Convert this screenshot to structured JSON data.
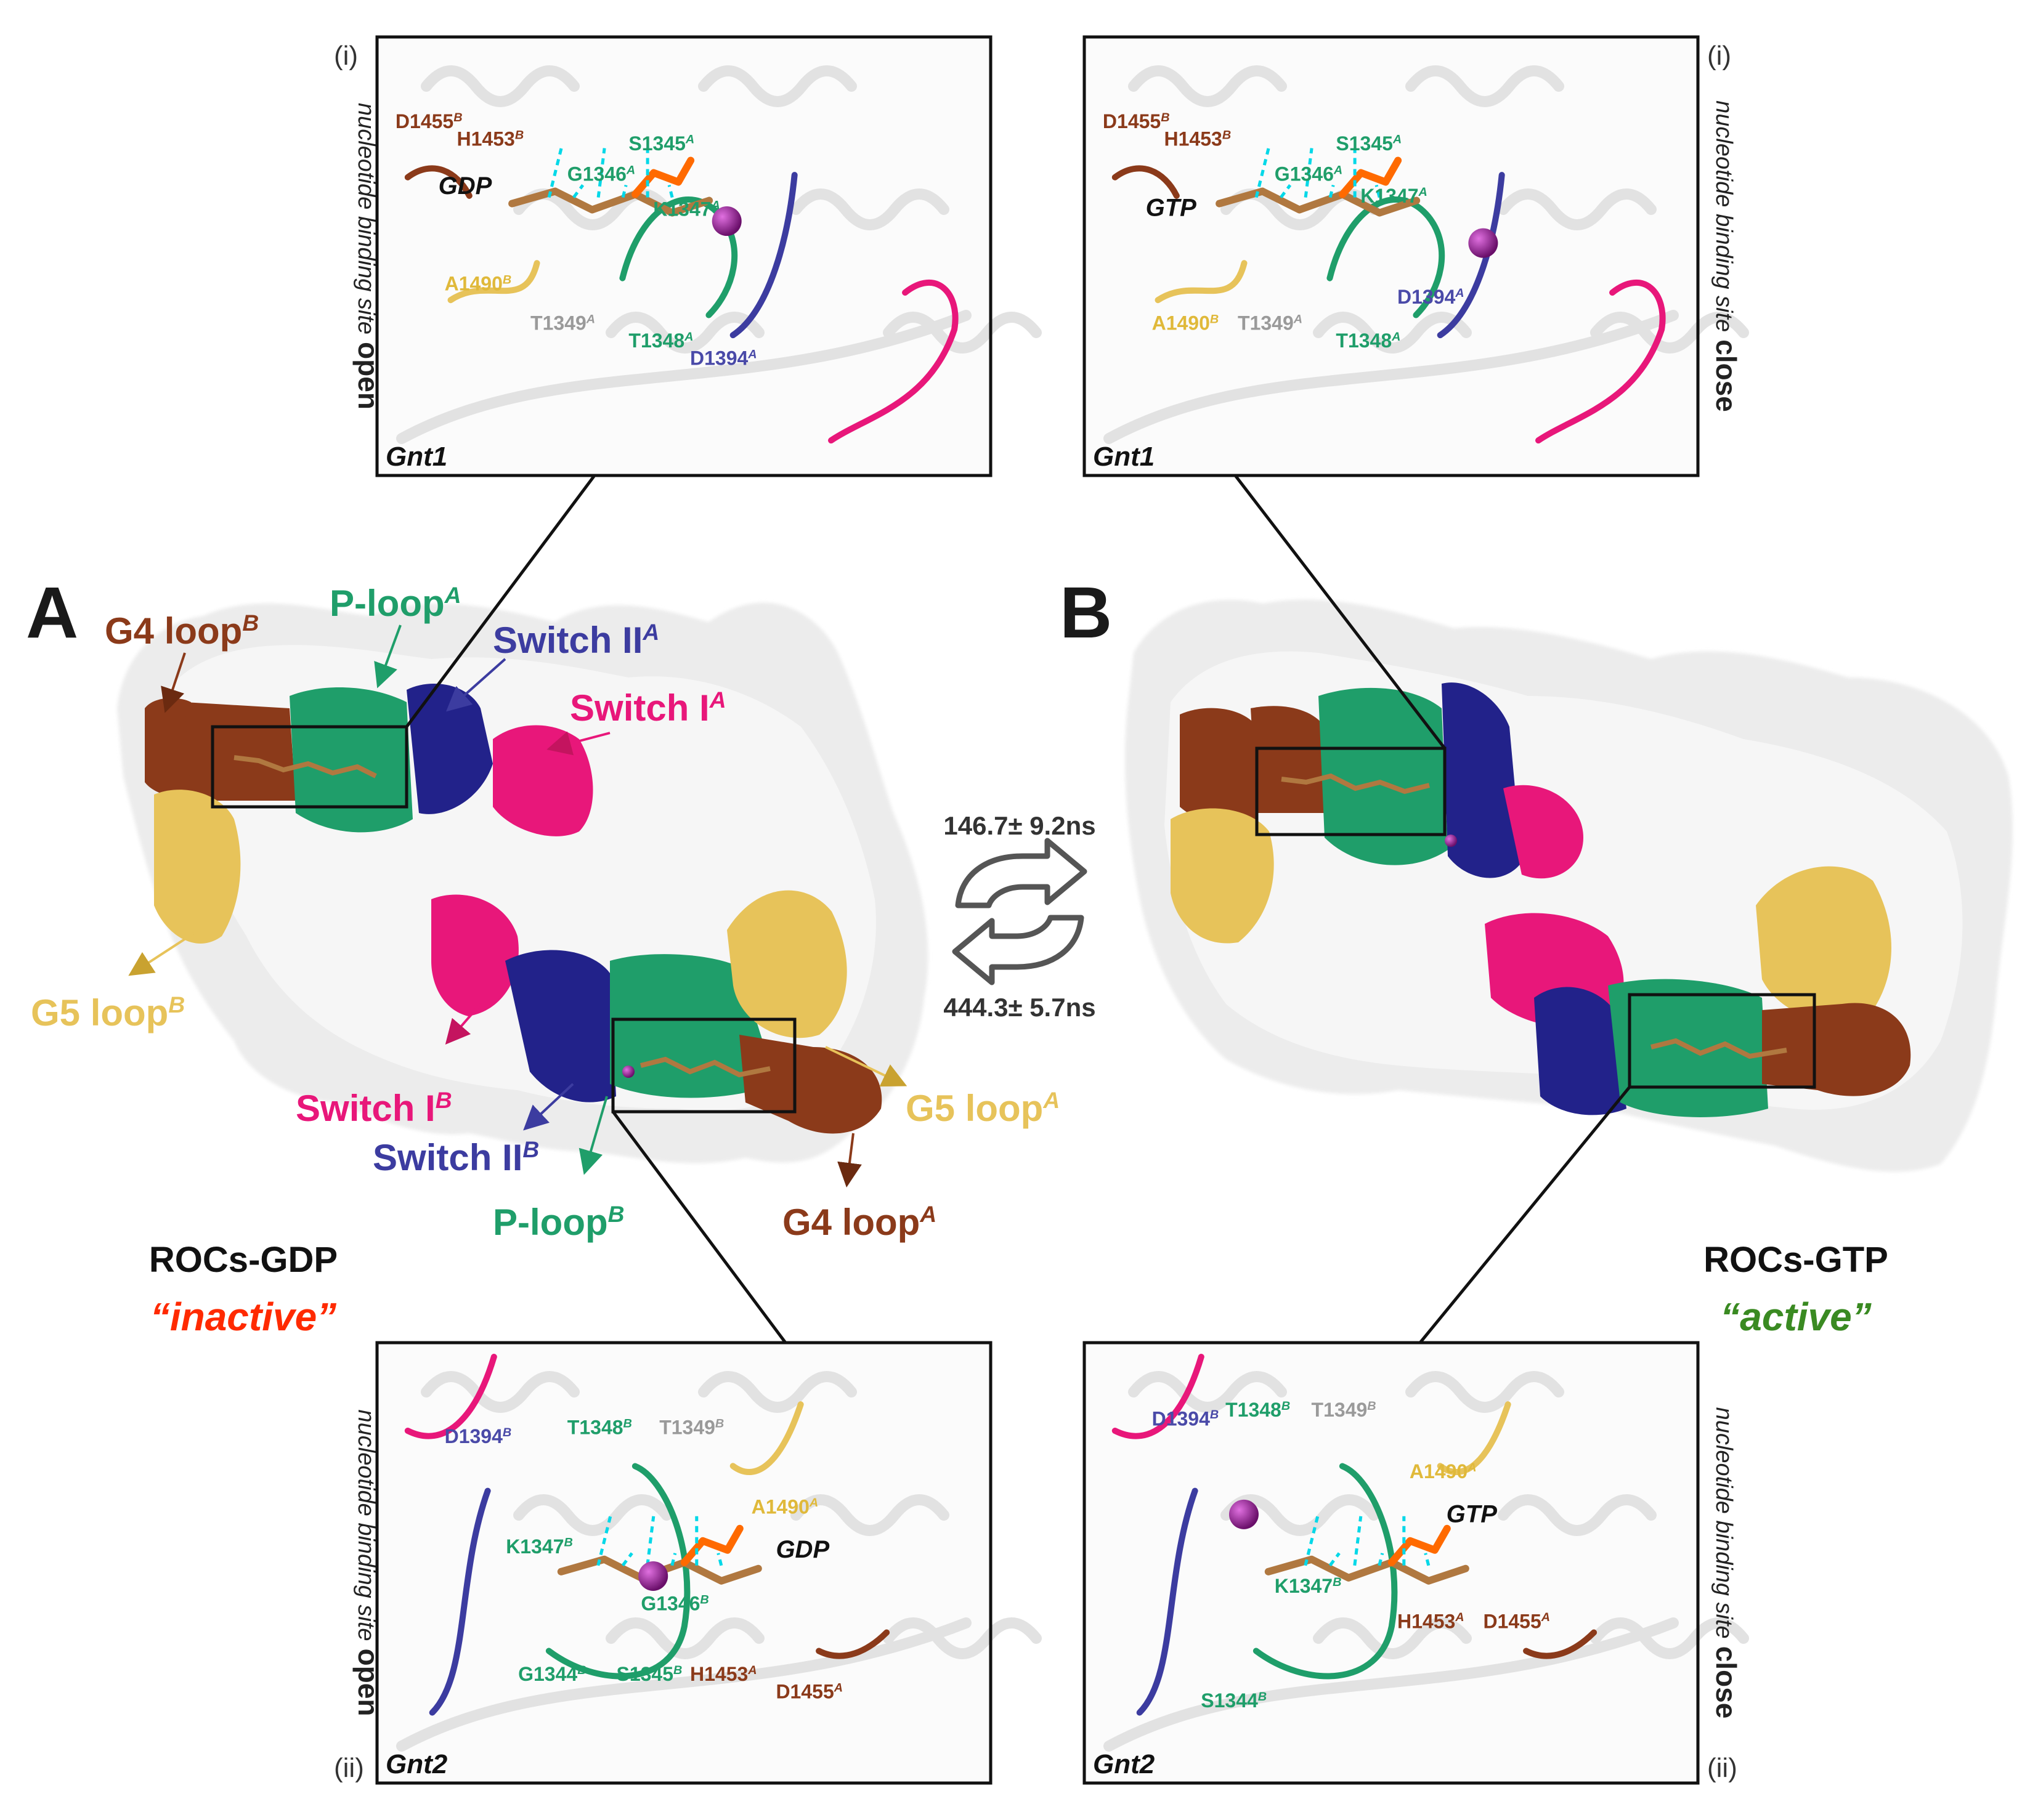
{
  "panels": {
    "a_letter": "A",
    "b_letter": "B"
  },
  "states": {
    "left_name": "ROCs-GDP",
    "left_state": "“inactive”",
    "right_name": "ROCs-GTP",
    "right_state": "“active”"
  },
  "transition": {
    "forward_time": "146.7± 9.2ns",
    "reverse_time": "444.3± 5.7ns"
  },
  "surface_labels_a": {
    "g4_loop_b": {
      "base": "G4 loop",
      "sup": "B"
    },
    "p_loop_a": {
      "base": "P-loop",
      "sup": "A"
    },
    "switch2_a": {
      "base": "Switch II",
      "sup": "A"
    },
    "switch1_a": {
      "base": "Switch I",
      "sup": "A"
    },
    "g5_loop_b": {
      "base": "G5 loop",
      "sup": "B"
    },
    "switch1_b": {
      "base": "Switch I",
      "sup": "B"
    },
    "switch2_b": {
      "base": "Switch II",
      "sup": "B"
    },
    "p_loop_b": {
      "base": "P-loop",
      "sup": "B"
    },
    "g4_loop_a": {
      "base": "G4 loop",
      "sup": "A"
    },
    "g5_loop_a": {
      "base": "G5 loop",
      "sup": "A"
    }
  },
  "insets": {
    "tl": {
      "interface": "Gnt1",
      "ligand": "GDP",
      "numeral": "(i)",
      "side_text": "nucleotide binding site",
      "side_state": "open",
      "residues": [
        {
          "id": "D1455",
          "sup": "B",
          "color": "#8b3a1a"
        },
        {
          "id": "H1453",
          "sup": "B",
          "color": "#8b3a1a"
        },
        {
          "id": "S1345",
          "sup": "A",
          "color": "#1f9e6a"
        },
        {
          "id": "G1346",
          "sup": "A",
          "color": "#1f9e6a"
        },
        {
          "id": "K1347",
          "sup": "A",
          "color": "#1f9e6a"
        },
        {
          "id": "A1490",
          "sup": "B",
          "color": "#e0b93a"
        },
        {
          "id": "T1349",
          "sup": "A",
          "color": "#9a9a9a"
        },
        {
          "id": "T1348",
          "sup": "A",
          "color": "#1f9e6a"
        },
        {
          "id": "D1394",
          "sup": "A",
          "color": "#4a4aa8"
        }
      ]
    },
    "tr": {
      "interface": "Gnt1",
      "ligand": "GTP",
      "numeral": "(i)",
      "side_text": "nucleotide binding site",
      "side_state": "close",
      "residues": [
        {
          "id": "D1455",
          "sup": "B",
          "color": "#8b3a1a"
        },
        {
          "id": "H1453",
          "sup": "B",
          "color": "#8b3a1a"
        },
        {
          "id": "S1345",
          "sup": "A",
          "color": "#1f9e6a"
        },
        {
          "id": "G1346",
          "sup": "A",
          "color": "#1f9e6a"
        },
        {
          "id": "K1347",
          "sup": "A",
          "color": "#1f9e6a"
        },
        {
          "id": "A1490",
          "sup": "B",
          "color": "#e0b93a"
        },
        {
          "id": "T1349",
          "sup": "A",
          "color": "#9a9a9a"
        },
        {
          "id": "T1348",
          "sup": "A",
          "color": "#1f9e6a"
        },
        {
          "id": "D1394",
          "sup": "A",
          "color": "#4a4aa8"
        }
      ]
    },
    "bl": {
      "interface": "Gnt2",
      "ligand": "GDP",
      "numeral": "(ii)",
      "side_text": "nucleotide binding site",
      "side_state": "open",
      "residues": [
        {
          "id": "D1394",
          "sup": "B",
          "color": "#4a4aa8"
        },
        {
          "id": "T1348",
          "sup": "B",
          "color": "#1f9e6a"
        },
        {
          "id": "T1349",
          "sup": "B",
          "color": "#9a9a9a"
        },
        {
          "id": "A1490",
          "sup": "A",
          "color": "#e0b93a"
        },
        {
          "id": "K1347",
          "sup": "B",
          "color": "#1f9e6a"
        },
        {
          "id": "G1346",
          "sup": "B",
          "color": "#1f9e6a"
        },
        {
          "id": "G1344",
          "sup": "B",
          "color": "#1f9e6a"
        },
        {
          "id": "S1345",
          "sup": "B",
          "color": "#1f9e6a"
        },
        {
          "id": "H1453",
          "sup": "A",
          "color": "#8b3a1a"
        },
        {
          "id": "D1455",
          "sup": "A",
          "color": "#8b3a1a"
        }
      ]
    },
    "br": {
      "interface": "Gnt2",
      "ligand": "GTP",
      "numeral": "(ii)",
      "side_text": "nucleotide binding site",
      "side_state": "close",
      "residues": [
        {
          "id": "D1394",
          "sup": "B",
          "color": "#4a4aa8"
        },
        {
          "id": "T1348",
          "sup": "B",
          "color": "#1f9e6a"
        },
        {
          "id": "T1349",
          "sup": "B",
          "color": "#9a9a9a"
        },
        {
          "id": "A1490",
          "sup": "A",
          "color": "#e0b93a"
        },
        {
          "id": "K1347",
          "sup": "B",
          "color": "#1f9e6a"
        },
        {
          "id": "S1344",
          "sup": "B",
          "color": "#1f9e6a"
        },
        {
          "id": "H1453",
          "sup": "A",
          "color": "#8b3a1a"
        },
        {
          "id": "D1455",
          "sup": "A",
          "color": "#8b3a1a"
        }
      ]
    }
  },
  "colors": {
    "g4_loop": "#8b3a1a",
    "p_loop": "#1f9e6a",
    "switch2": "#3c3ca0",
    "switch1": "#e8177a",
    "g5_loop": "#e7c35a",
    "inactive": "#ff2a00",
    "active": "#3a8a22",
    "ion": "#8e1c8e"
  }
}
